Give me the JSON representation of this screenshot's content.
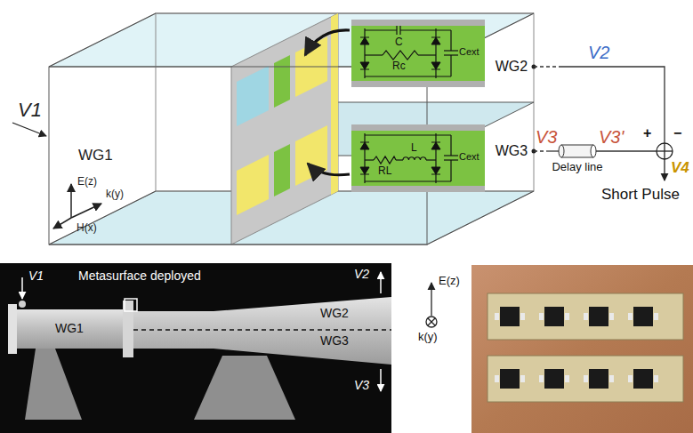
{
  "diagram": {
    "nodes": [
      {
        "text": [
          "C",
          "Rc",
          "Cext"
        ]
      },
      {
        "text": [
          "WG2"
        ]
      },
      {
        "text": [
          "L",
          "RL",
          "Cext"
        ]
      },
      {
        "text": [
          "WG3"
        ]
      },
      {
        "text": [
          "Delay line"
        ]
      },
      {
        "text": [
          "+",
          "−"
        ]
      }
    ],
    "edges": [
      {
        "from": 1,
        "to": 5,
        "label": "V2",
        "arrow": "none"
      },
      {
        "from": 3,
        "to": 4,
        "label": "V3",
        "arrow": "none"
      },
      {
        "from": 4,
        "to": 5,
        "label": "V3'",
        "arrow": "none"
      }
    ],
    "labels": [
      "V1",
      "WG1",
      "E(z)",
      "k(y)",
      "H(x)",
      "V4",
      "Short Pulse",
      "V1",
      "Metasurface deployed",
      "V2",
      "WG1",
      "WG2",
      "WG3",
      "V3",
      "E(z)",
      "k(y)"
    ]
  }
}
